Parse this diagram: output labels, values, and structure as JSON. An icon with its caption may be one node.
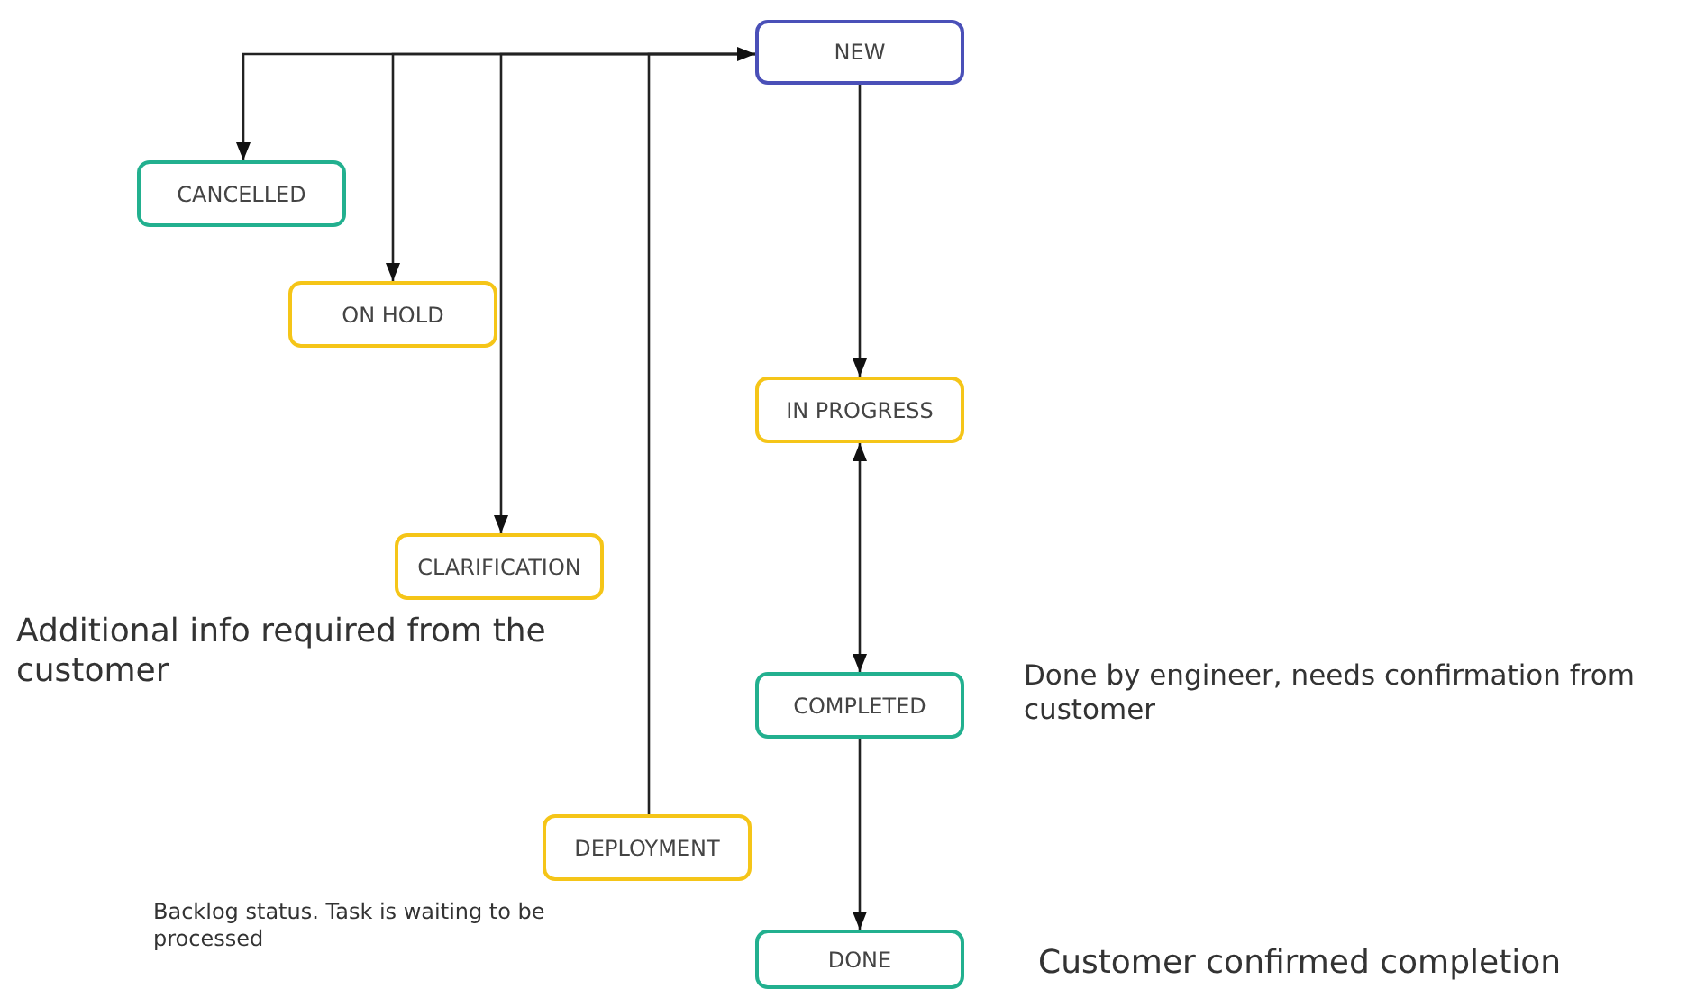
{
  "diagram": {
    "nodes": [
      {
        "text": [
          "NEW"
        ]
      },
      {
        "text": [
          "CANCELLED"
        ]
      },
      {
        "text": [
          "ON HOLD"
        ]
      },
      {
        "text": [
          "IN PROGRESS"
        ]
      },
      {
        "text": [
          "CLARIFICATION"
        ],
        "beside": [
          "Additional info required from the customer"
        ]
      },
      {
        "text": [
          "COMPLETED"
        ],
        "beside": [
          "Done by engineer, needs confirmation from customer"
        ]
      },
      {
        "text": [
          "DEPLOYMENT"
        ]
      },
      {
        "text": [
          "DONE"
        ],
        "beside": [
          "Customer confirmed completion"
        ]
      }
    ],
    "edges": [
      {
        "from": 0,
        "to": 1,
        "arrow": "to"
      },
      {
        "from": 0,
        "to": 2,
        "arrow": "to"
      },
      {
        "from": 0,
        "to": 4,
        "arrow": "to"
      },
      {
        "from": 6,
        "to": 0,
        "arrow": "to"
      },
      {
        "from": 0,
        "to": 3,
        "arrow": "to"
      },
      {
        "from": 3,
        "to": 5,
        "arrow": "both"
      },
      {
        "from": 5,
        "to": 7,
        "arrow": "to"
      }
    ],
    "labels": [
      "Backlog status. Task is waiting to be processed"
    ]
  }
}
